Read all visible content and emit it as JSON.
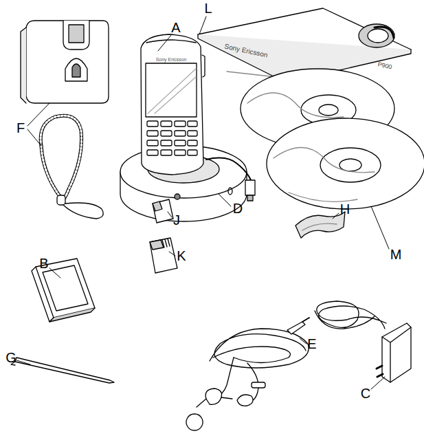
{
  "diagram": {
    "labels": [
      "A",
      "L",
      "F",
      "D",
      "M",
      "J",
      "H",
      "B",
      "K",
      "C",
      "G",
      "E",
      "Sony Ericsson",
      "Sony Ericsson",
      "P900"
    ]
  }
}
